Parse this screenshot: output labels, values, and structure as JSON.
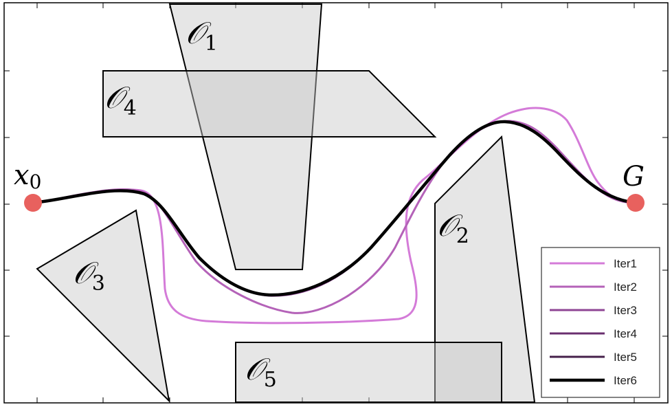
{
  "start_label": "x",
  "start_sub": "0",
  "goal_label": "G",
  "obstacles": [
    {
      "name": "O1",
      "letter": "𝒪",
      "sub": "1"
    },
    {
      "name": "O2",
      "letter": "𝒪",
      "sub": "2"
    },
    {
      "name": "O3",
      "letter": "𝒪",
      "sub": "3"
    },
    {
      "name": "O4",
      "letter": "𝒪",
      "sub": "4"
    },
    {
      "name": "O5",
      "letter": "𝒪",
      "sub": "5"
    }
  ],
  "legend": [
    {
      "label": "Iter1",
      "color": "#d47bd8"
    },
    {
      "label": "Iter2",
      "color": "#b462b8"
    },
    {
      "label": "Iter3",
      "color": "#8f4594"
    },
    {
      "label": "Iter4",
      "color": "#6a2f6f"
    },
    {
      "label": "Iter5",
      "color": "#45204a"
    },
    {
      "label": "Iter6",
      "color": "#000000"
    }
  ],
  "colors": {
    "endpoint": "#e8615e",
    "obstacle_fill": "#d6d6d6"
  }
}
